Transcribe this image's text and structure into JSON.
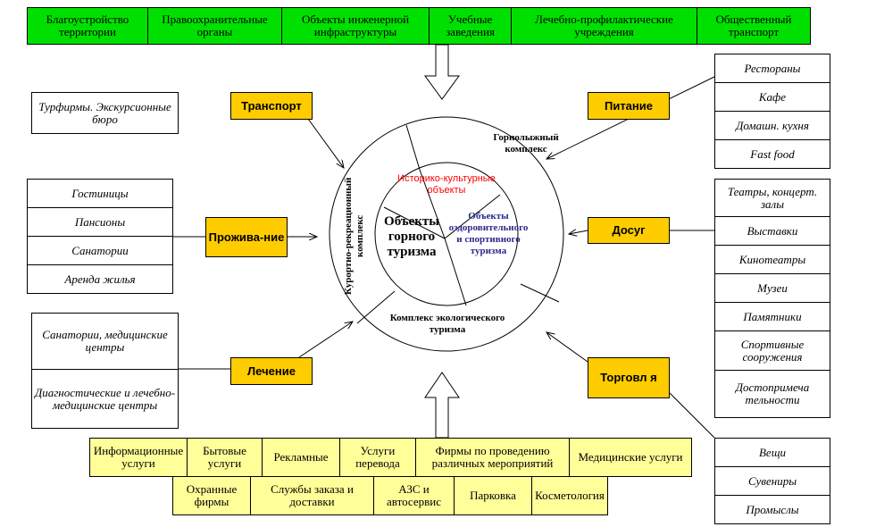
{
  "top": [
    "Благоустройство территории",
    "Правоохранительные органы",
    "Объекты инженерной инфраструктуры",
    "Учебные заведения",
    "Лечебно-профилактические учреждения",
    "Общественный транспорт"
  ],
  "categories": {
    "transport": "Транспорт",
    "food": "Питание",
    "living": "Прожива-ние",
    "leisure": "Досуг",
    "treatment": "Лечение",
    "trade": "Торговл я"
  },
  "transport_items": [
    "Турфирмы. Экскурсионные бюро"
  ],
  "food_items": [
    "Рестораны",
    "Кафе",
    "Домашн. кухня",
    "Fast food"
  ],
  "living_items": [
    "Гостиницы",
    "Пансионы",
    "Санатории",
    "Аренда жилья"
  ],
  "leisure_items": [
    "Театры, концерт. залы",
    "Выставки",
    "Кинотеатры",
    "Музеи",
    "Памятники",
    "Спортивные сооружения",
    "Достопримеча тельности"
  ],
  "treatment_items": [
    "Санатории, медицинские центры",
    "Диагностические и лечебно-медицинские центры"
  ],
  "trade_items": [
    "Вещи",
    "Сувениры",
    "Промыслы"
  ],
  "bottom_row1": [
    "Информационные услуги",
    "Бытовые услуги",
    "Рекламные",
    "Услуги перевода",
    "Фирмы по проведению различных мероприятий",
    "Медицинские услуги"
  ],
  "bottom_row2": [
    "Охранные фирмы",
    "Службы заказа и доставки",
    "АЗС и автосервис",
    "Парковка",
    "Косметология"
  ],
  "circle": {
    "center": "Объекты горного туризма",
    "historic": "Историко-культурные объекты",
    "blue": "Объекты оздоровительного и спортивного туризма",
    "ski": "Горнолыжный комплекс",
    "eco": "Комплекс экологического туризма",
    "resort": "Курортно-рекреационный комплекс"
  },
  "colors": {
    "green": "#00e000",
    "yellow": "#ffcc00",
    "light_yellow": "#ffff99",
    "red": "#ff0000",
    "blue": "#2a2a8c"
  }
}
